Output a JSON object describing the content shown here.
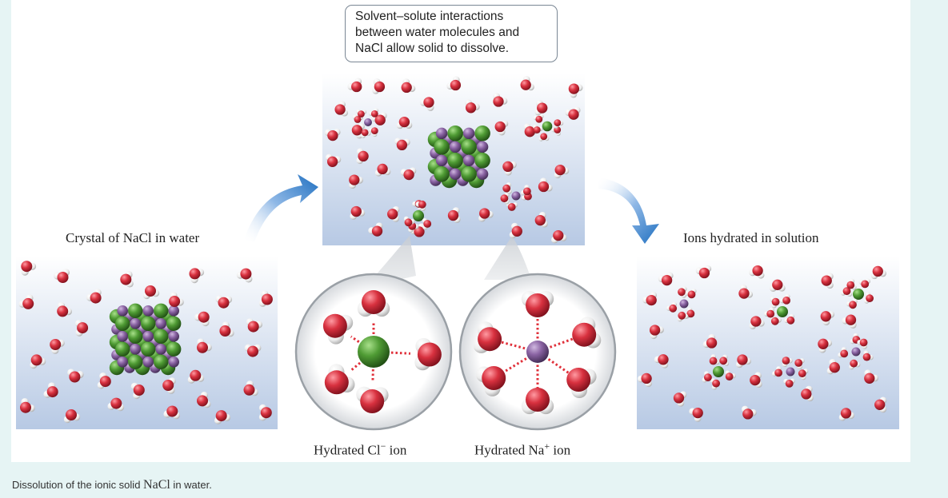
{
  "callout": {
    "line1": "Solvent–solute interactions",
    "line2": "between water molecules and",
    "line3": "NaCl allow solid to dissolve."
  },
  "labels": {
    "crystal": "Crystal of NaCl in water",
    "ions_hydrated": "Ions hydrated in solution",
    "hydrated_cl_prefix": "Hydrated Cl",
    "hydrated_cl_sup": "−",
    "hydrated_cl_suffix": " ion",
    "hydrated_na_prefix": "Hydrated Na",
    "hydrated_na_sup": "+",
    "hydrated_na_suffix": " ion"
  },
  "caption": {
    "prefix": "Dissolution of the ionic solid ",
    "formula": "NaCl",
    "suffix": " in water."
  },
  "colors": {
    "oxygen": "#d8313f",
    "hydrogen": "#f2f2f2",
    "chloride": "#4f9b34",
    "sodium": "#8a63a3",
    "arrow": "#1f6fc0",
    "panel_top": "#ffffff",
    "panel_bottom": "#b7c9e4",
    "page_bg": "#e6f4f4"
  }
}
